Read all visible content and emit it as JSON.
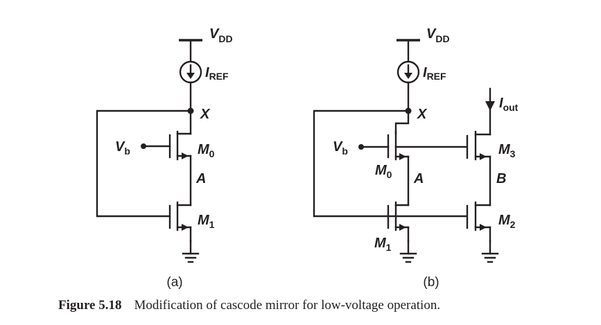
{
  "circuit_a": {
    "vdd": "V",
    "vdd_sub": "DD",
    "iref": "I",
    "iref_sub": "REF",
    "node_x": "X",
    "vb": "V",
    "vb_sub": "b",
    "m0": "M",
    "m0_sub": "0",
    "node_a": "A",
    "m1": "M",
    "m1_sub": "1",
    "label": "(a)"
  },
  "circuit_b": {
    "vdd": "V",
    "vdd_sub": "DD",
    "iref": "I",
    "iref_sub": "REF",
    "node_x": "X",
    "iout": "I",
    "iout_sub": "out",
    "vb": "V",
    "vb_sub": "b",
    "m0": "M",
    "m0_sub": "0",
    "node_a": "A",
    "m3": "M",
    "m3_sub": "3",
    "node_b": "B",
    "m1": "M",
    "m1_sub": "1",
    "m2": "M",
    "m2_sub": "2",
    "label": "(b)"
  },
  "caption": {
    "number": "Figure 5.18",
    "text": "Modification of cascode mirror for low-voltage operation."
  }
}
